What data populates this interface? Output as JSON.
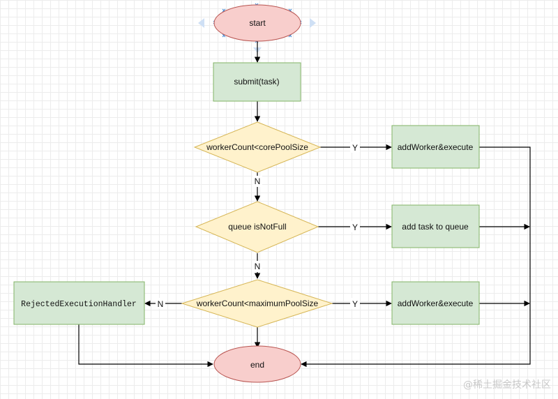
{
  "nodes": {
    "start": "start",
    "submit": "submit(task)",
    "cond1": "workerCount<corePoolSize",
    "action1": "addWorker&execute",
    "cond2": "queue isNotFull",
    "action2": "add task to queue",
    "cond3": "workerCount<maximumPoolSize",
    "action3": "addWorker&execute",
    "reject": "RejectedExecutionHandler",
    "end": "end"
  },
  "edges": {
    "yes": "Y",
    "no": "N"
  },
  "colors": {
    "start_end_fill": "#f8cecc",
    "start_end_stroke": "#b85450",
    "process_fill": "#d5e8d4",
    "process_stroke": "#82b366",
    "decision_fill": "#fff2cc",
    "decision_stroke": "#d6b656",
    "selection": "#4a90d9"
  },
  "watermark": "@稀土掘金技术社区"
}
